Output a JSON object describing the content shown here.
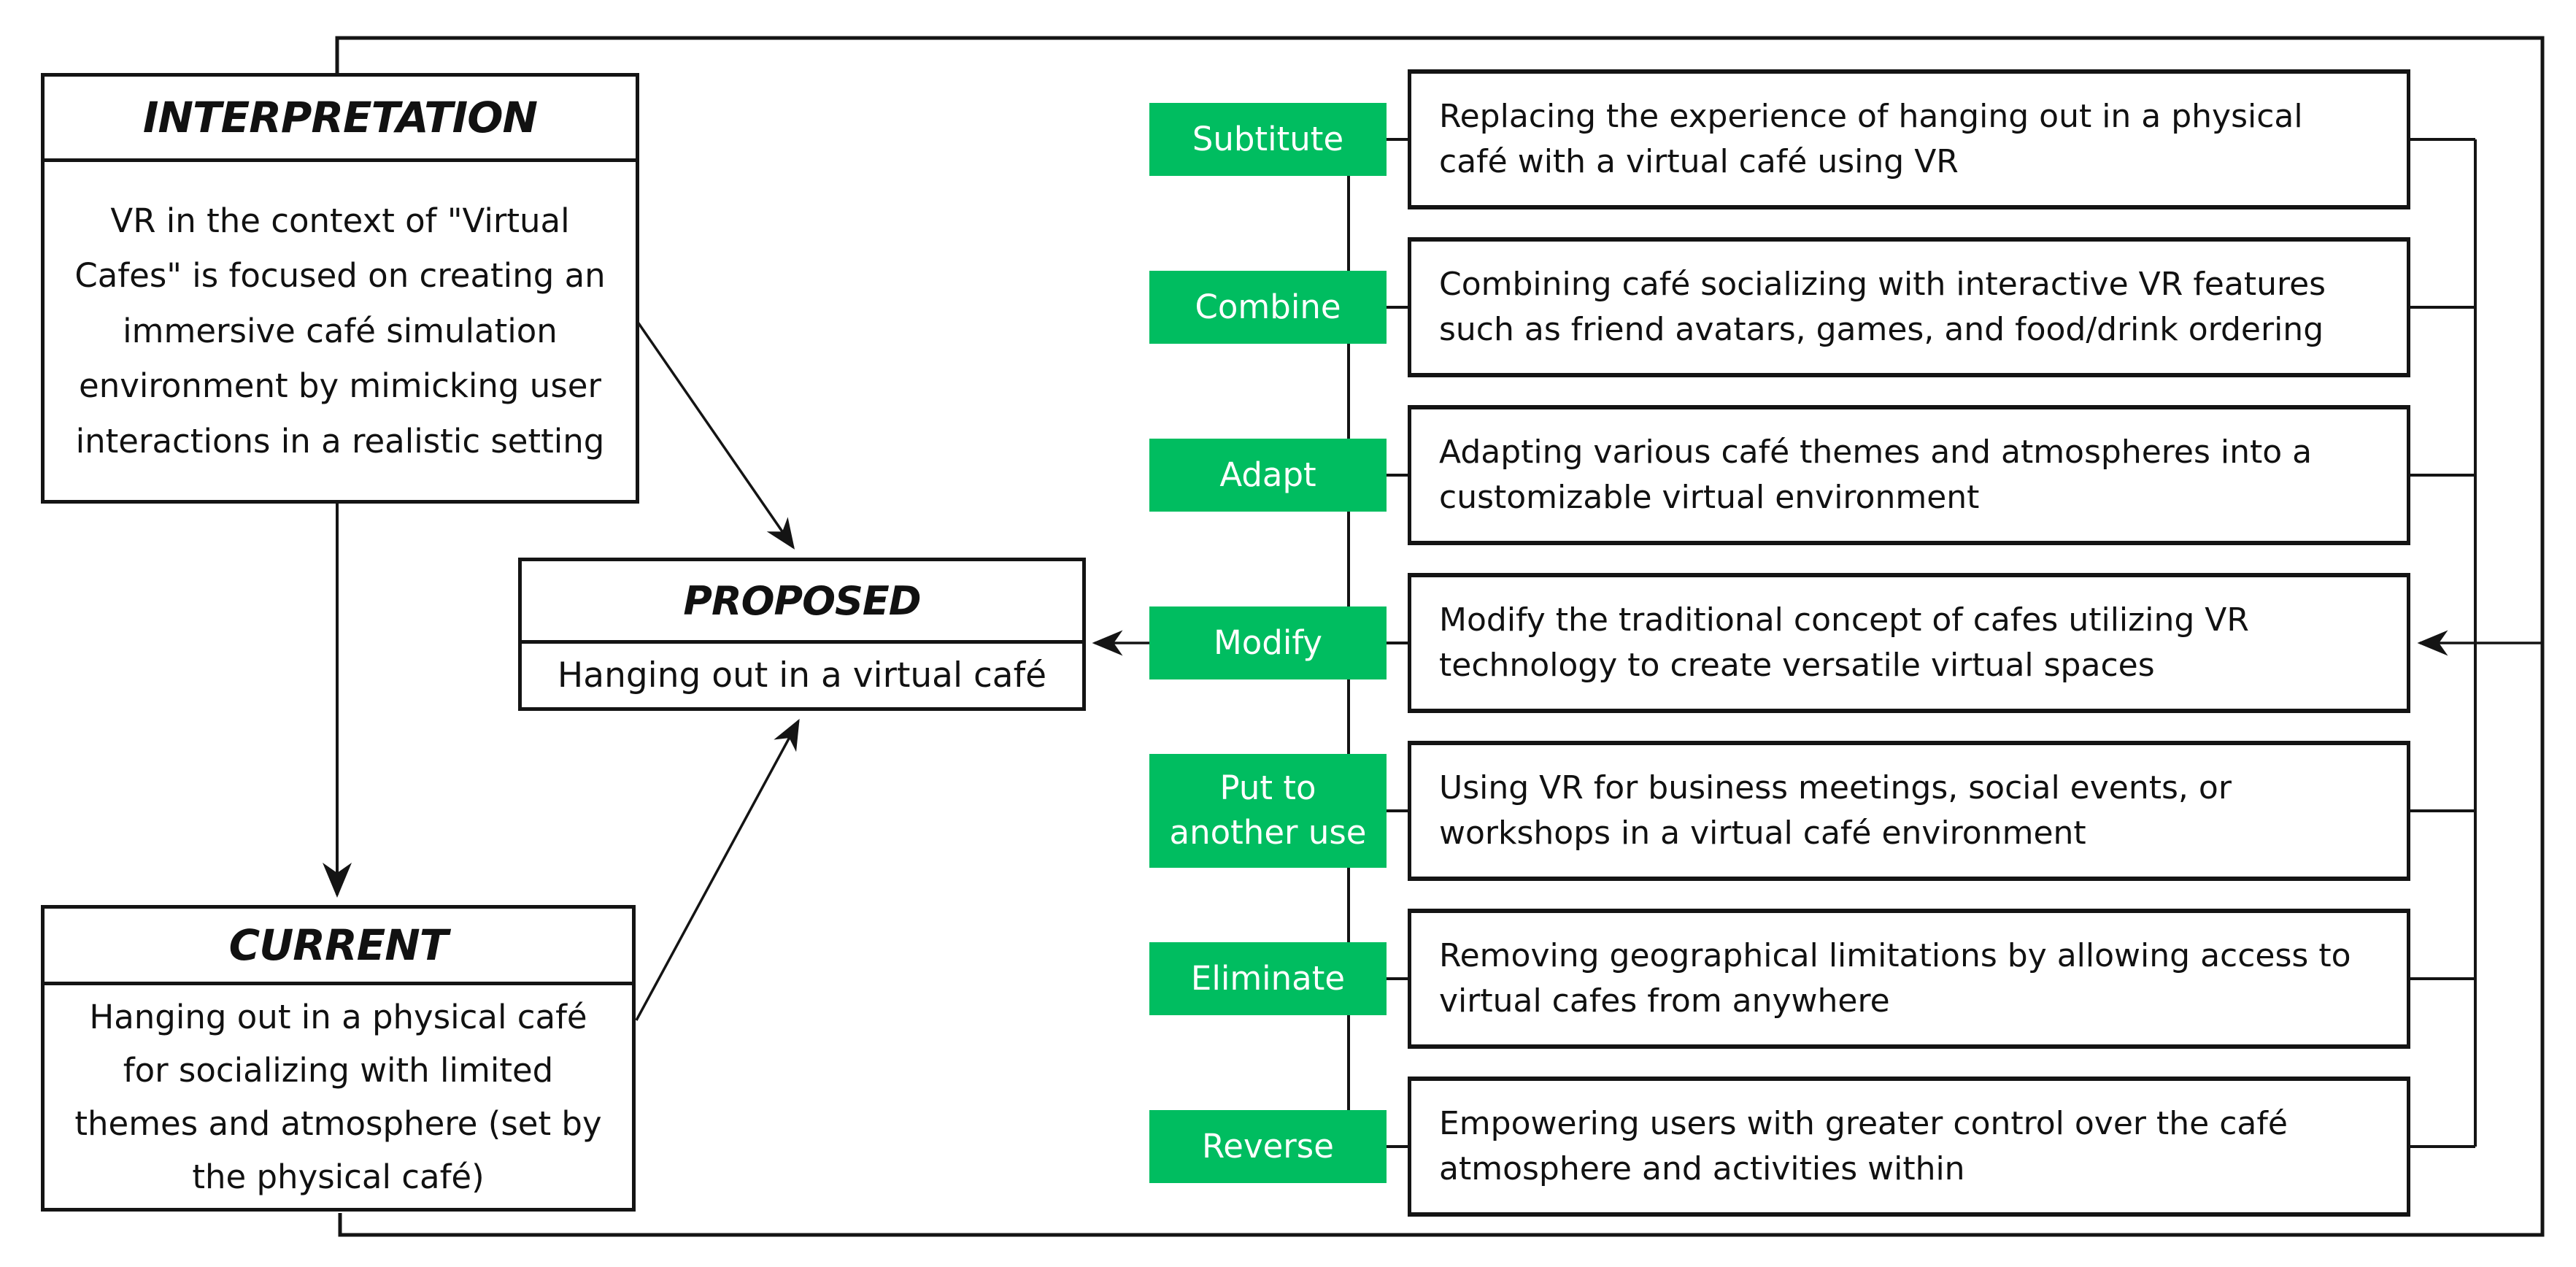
{
  "diagram": {
    "interpretation": {
      "title": "INTERPRETATION",
      "body": "VR in the context of \"Virtual Cafes\" is focused on creating an immersive café simulation environment by mimicking user interactions in a realistic setting"
    },
    "current": {
      "title": "CURRENT",
      "body": "Hanging out in a physical café for socializing with limited themes and atmosphere (set by the physical café)"
    },
    "proposed": {
      "title": "PROPOSED",
      "body": "Hanging out in a virtual café"
    },
    "rows": [
      {
        "label": "Subtitute",
        "description": "Replacing the experience of hanging out in a physical café with a virtual café using VR"
      },
      {
        "label": "Combine",
        "description": "Combining café socializing with interactive VR features such as friend avatars, games, and food/drink ordering"
      },
      {
        "label": "Adapt",
        "description": "Adapting various café themes and atmospheres into a customizable virtual environment"
      },
      {
        "label": "Modify",
        "description": "Modify the traditional concept of cafes utilizing VR technology to create versatile virtual spaces"
      },
      {
        "label": "Put to another use",
        "description": "Using VR for business meetings, social events, or workshops in a virtual café environment"
      },
      {
        "label": "Eliminate",
        "description": "Removing geographical limitations by allowing access to virtual cafes from anywhere"
      },
      {
        "label": "Reverse",
        "description": "Empowering users with greater control over the café atmosphere and activities within"
      }
    ],
    "colors": {
      "label_green": "#00bd60",
      "label_text": "#ffffff",
      "line": "#141414"
    }
  }
}
